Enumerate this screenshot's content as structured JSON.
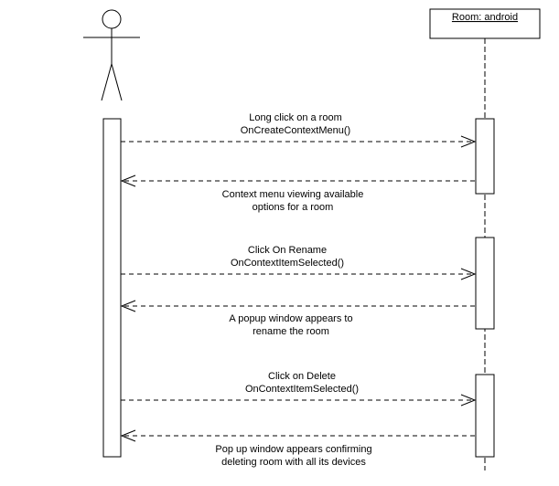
{
  "actor": {
    "name": ""
  },
  "object": {
    "label": "Room: android"
  },
  "messages": [
    {
      "direction": "request",
      "lines": [
        "Long click on a room",
        "OnCreateContextMenu()"
      ]
    },
    {
      "direction": "response",
      "lines": [
        "Context menu viewing available",
        "options for a room"
      ]
    },
    {
      "direction": "request",
      "lines": [
        "Click On Rename",
        "OnContextItemSelected()"
      ]
    },
    {
      "direction": "response",
      "lines": [
        "A popup window appears to",
        "rename the room"
      ]
    },
    {
      "direction": "request",
      "lines": [
        "Click on Delete",
        "OnContextItemSelected()"
      ]
    },
    {
      "direction": "response",
      "lines": [
        "Pop up window appears confirming",
        "deleting room with all its devices"
      ]
    }
  ]
}
